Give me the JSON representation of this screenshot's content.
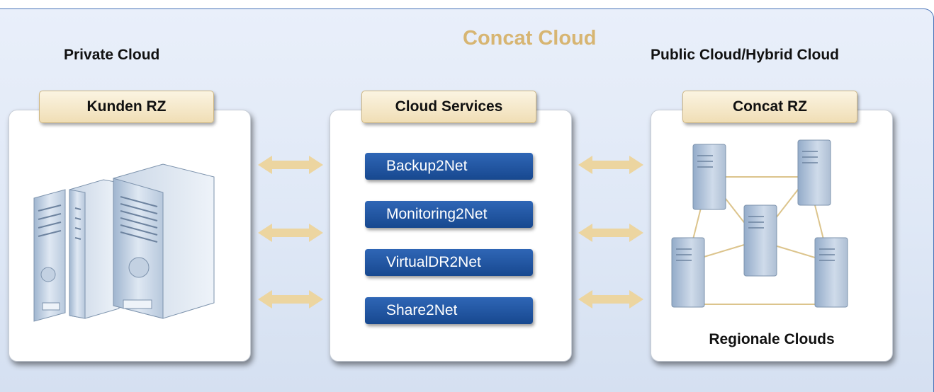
{
  "title": "Concat Cloud",
  "labels": {
    "private": "Private Cloud",
    "public": "Public Cloud/Hybrid Cloud"
  },
  "panels": {
    "left_tab": "Kunden RZ",
    "center_tab": "Cloud Services",
    "right_tab": "Concat RZ",
    "right_caption": "Regionale Clouds"
  },
  "services": [
    "Backup2Net",
    "Monitoring2Net",
    "VirtualDR2Net",
    "Share2Net"
  ],
  "colors": {
    "title": "#d7b572",
    "service_button": "#1f57a3",
    "arrow": "#ecd5a0",
    "tab": "#f3e4bf"
  },
  "icons": [
    "server-rack-icon",
    "server-tower-icon",
    "double-arrow-icon"
  ]
}
